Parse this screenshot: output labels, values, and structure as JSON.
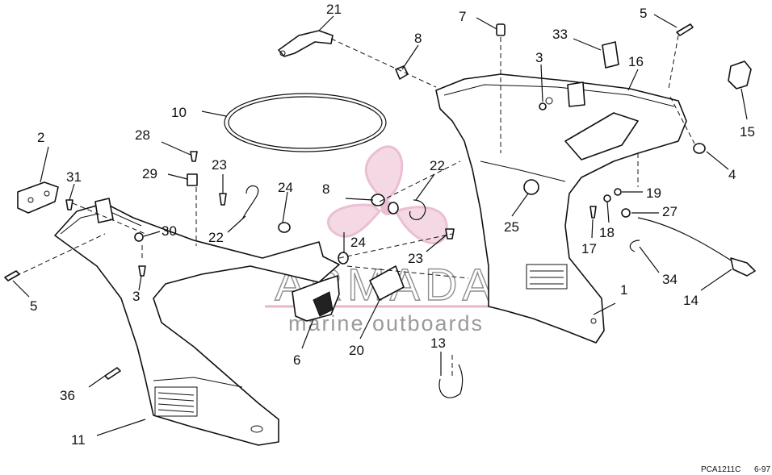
{
  "watermark": {
    "brand": "ARMADA",
    "tagline": "marine outboards",
    "brand_color": "#e7b5cc"
  },
  "drawing_code": "PCA1211C",
  "drawing_date": "6-97",
  "callouts": {
    "c1": "1",
    "c2": "2",
    "c3a": "3",
    "c3b": "3",
    "c4": "4",
    "c5a": "5",
    "c5b": "5",
    "c6": "6",
    "c7": "7",
    "c8a": "8",
    "c8b": "8",
    "c10": "10",
    "c11": "11",
    "c13": "13",
    "c14": "14",
    "c15": "15",
    "c16": "16",
    "c17": "17",
    "c18": "18",
    "c19": "19",
    "c20": "20",
    "c21": "21",
    "c22a": "22",
    "c22b": "22",
    "c23a": "23",
    "c23b": "23",
    "c24a": "24",
    "c24b": "24",
    "c25": "25",
    "c27": "27",
    "c28": "28",
    "c29": "29",
    "c30": "30",
    "c31": "31",
    "c33": "33",
    "c34": "34",
    "c36": "36"
  }
}
